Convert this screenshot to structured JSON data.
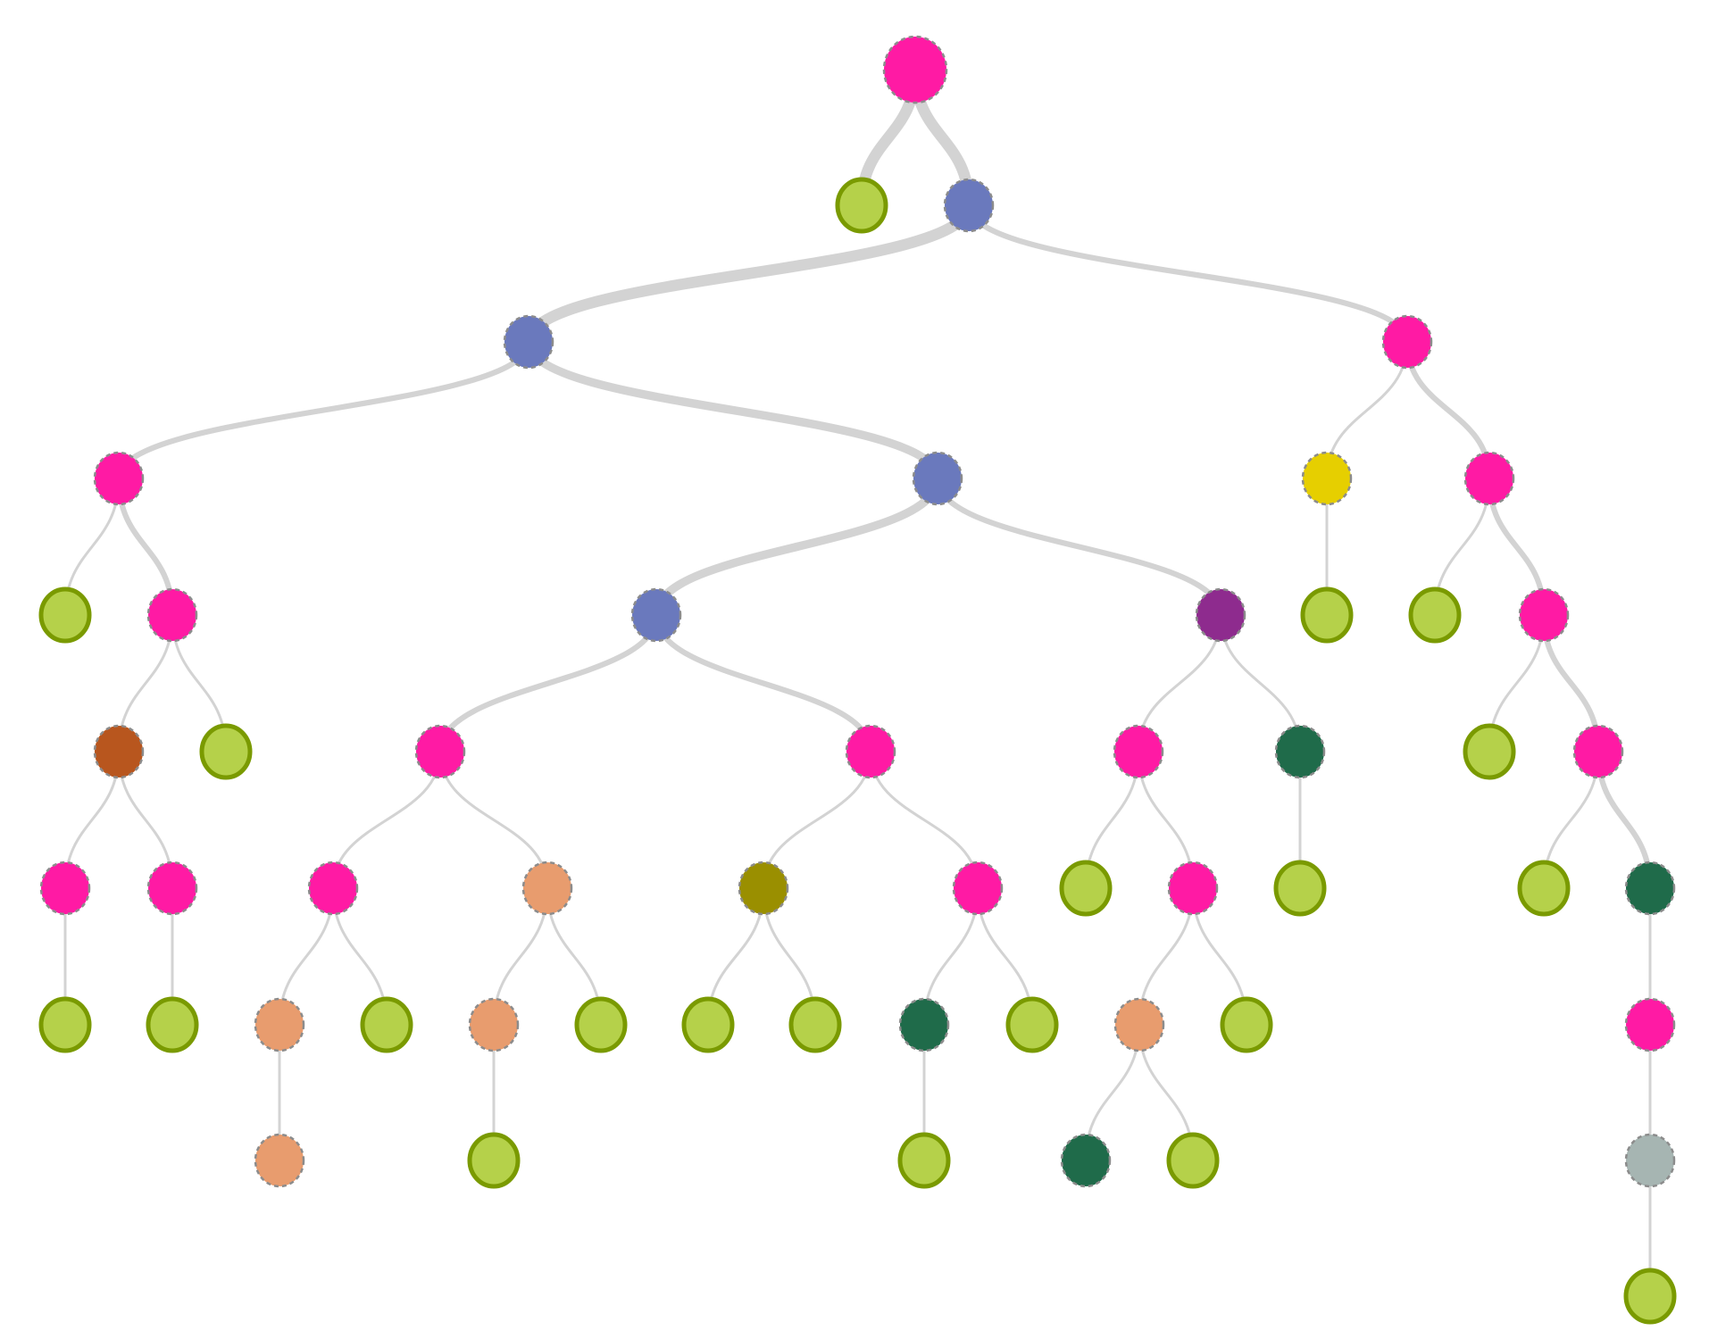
{
  "diagram": {
    "type": "tree",
    "edge_color": "#d3d3d3",
    "node_kinds": {
      "magenta": {
        "fill": "#ff1aa4",
        "stroke": "#8c8c8c",
        "dashed": true
      },
      "blue": {
        "fill": "#6a79bd",
        "stroke": "#8c8c8c",
        "dashed": true
      },
      "leaf": {
        "fill": "#b5d14a",
        "stroke": "#7a9a00",
        "dashed": false
      },
      "purple": {
        "fill": "#8e2b8e",
        "stroke": "#8c8c8c",
        "dashed": true
      },
      "rust": {
        "fill": "#b8561e",
        "stroke": "#8c8c8c",
        "dashed": true
      },
      "peach": {
        "fill": "#e89c6e",
        "stroke": "#8c8c8c",
        "dashed": true
      },
      "olive": {
        "fill": "#9a8f00",
        "stroke": "#8c8c8c",
        "dashed": true
      },
      "darkgreen": {
        "fill": "#1f6b4a",
        "stroke": "#8c8c8c",
        "dashed": true
      },
      "yellow": {
        "fill": "#e6cf00",
        "stroke": "#8c8c8c",
        "dashed": true
      },
      "gray": {
        "fill": "#a6b5b2",
        "stroke": "#8c8c8c",
        "dashed": true
      }
    },
    "nodes": [
      {
        "id": "root",
        "kind": "magenta",
        "parent": null,
        "weight": 0
      },
      {
        "id": "n1",
        "kind": "leaf",
        "parent": "root",
        "weight": 4
      },
      {
        "id": "n2",
        "kind": "blue",
        "parent": "root",
        "weight": 4
      },
      {
        "id": "n3",
        "kind": "blue",
        "parent": "n2",
        "weight": 4
      },
      {
        "id": "n4",
        "kind": "magenta",
        "parent": "n2",
        "weight": 2
      },
      {
        "id": "n5",
        "kind": "magenta",
        "parent": "n3",
        "weight": 2
      },
      {
        "id": "n6",
        "kind": "blue",
        "parent": "n3",
        "weight": 3
      },
      {
        "id": "n7",
        "kind": "yellow",
        "parent": "n4",
        "weight": 1
      },
      {
        "id": "n8",
        "kind": "magenta",
        "parent": "n4",
        "weight": 2
      },
      {
        "id": "n9",
        "kind": "leaf",
        "parent": "n5",
        "weight": 1
      },
      {
        "id": "n10",
        "kind": "magenta",
        "parent": "n5",
        "weight": 2
      },
      {
        "id": "n11",
        "kind": "blue",
        "parent": "n6",
        "weight": 3
      },
      {
        "id": "n12",
        "kind": "purple",
        "parent": "n6",
        "weight": 2
      },
      {
        "id": "n13",
        "kind": "leaf",
        "parent": "n7",
        "weight": 1
      },
      {
        "id": "n14",
        "kind": "leaf",
        "parent": "n8",
        "weight": 1
      },
      {
        "id": "n15",
        "kind": "magenta",
        "parent": "n8",
        "weight": 2
      },
      {
        "id": "n16",
        "kind": "rust",
        "parent": "n10",
        "weight": 1
      },
      {
        "id": "n17",
        "kind": "leaf",
        "parent": "n10",
        "weight": 1
      },
      {
        "id": "n18",
        "kind": "magenta",
        "parent": "n11",
        "weight": 2
      },
      {
        "id": "n19",
        "kind": "magenta",
        "parent": "n11",
        "weight": 2
      },
      {
        "id": "n20",
        "kind": "magenta",
        "parent": "n12",
        "weight": 1
      },
      {
        "id": "n21",
        "kind": "darkgreen",
        "parent": "n12",
        "weight": 1
      },
      {
        "id": "n22",
        "kind": "leaf",
        "parent": "n15",
        "weight": 1
      },
      {
        "id": "n23",
        "kind": "magenta",
        "parent": "n15",
        "weight": 2
      },
      {
        "id": "n24",
        "kind": "magenta",
        "parent": "n16",
        "weight": 1
      },
      {
        "id": "n25",
        "kind": "magenta",
        "parent": "n16",
        "weight": 1
      },
      {
        "id": "n26",
        "kind": "magenta",
        "parent": "n18",
        "weight": 1
      },
      {
        "id": "n27",
        "kind": "peach",
        "parent": "n18",
        "weight": 1
      },
      {
        "id": "n28",
        "kind": "olive",
        "parent": "n19",
        "weight": 1
      },
      {
        "id": "n29",
        "kind": "magenta",
        "parent": "n19",
        "weight": 1
      },
      {
        "id": "n30",
        "kind": "leaf",
        "parent": "n20",
        "weight": 1
      },
      {
        "id": "n31",
        "kind": "magenta",
        "parent": "n20",
        "weight": 1
      },
      {
        "id": "n32",
        "kind": "leaf",
        "parent": "n21",
        "weight": 1
      },
      {
        "id": "n33",
        "kind": "leaf",
        "parent": "n23",
        "weight": 1
      },
      {
        "id": "n34",
        "kind": "darkgreen",
        "parent": "n23",
        "weight": 2
      },
      {
        "id": "n35",
        "kind": "leaf",
        "parent": "n24",
        "weight": 1
      },
      {
        "id": "n36",
        "kind": "leaf",
        "parent": "n25",
        "weight": 1
      },
      {
        "id": "n37",
        "kind": "peach",
        "parent": "n26",
        "weight": 1
      },
      {
        "id": "n38",
        "kind": "leaf",
        "parent": "n26",
        "weight": 1
      },
      {
        "id": "n39",
        "kind": "peach",
        "parent": "n27",
        "weight": 1
      },
      {
        "id": "n40",
        "kind": "leaf",
        "parent": "n27",
        "weight": 1
      },
      {
        "id": "n41",
        "kind": "leaf",
        "parent": "n28",
        "weight": 1
      },
      {
        "id": "n42",
        "kind": "leaf",
        "parent": "n28",
        "weight": 1
      },
      {
        "id": "n43",
        "kind": "darkgreen",
        "parent": "n29",
        "weight": 1
      },
      {
        "id": "n44",
        "kind": "leaf",
        "parent": "n29",
        "weight": 1
      },
      {
        "id": "n45",
        "kind": "peach",
        "parent": "n31",
        "weight": 1
      },
      {
        "id": "n46",
        "kind": "leaf",
        "parent": "n31",
        "weight": 1
      },
      {
        "id": "n47",
        "kind": "magenta",
        "parent": "n34",
        "weight": 1
      },
      {
        "id": "n48",
        "kind": "peach",
        "parent": "n37",
        "weight": 1
      },
      {
        "id": "n49",
        "kind": "leaf",
        "parent": "n39",
        "weight": 1
      },
      {
        "id": "n50",
        "kind": "leaf",
        "parent": "n43",
        "weight": 1
      },
      {
        "id": "n51",
        "kind": "darkgreen",
        "parent": "n45",
        "weight": 1
      },
      {
        "id": "n52",
        "kind": "leaf",
        "parent": "n45",
        "weight": 1
      },
      {
        "id": "n53",
        "kind": "gray",
        "parent": "n47",
        "weight": 1
      },
      {
        "id": "n54",
        "kind": "leaf",
        "parent": "n53",
        "weight": 1
      }
    ]
  }
}
